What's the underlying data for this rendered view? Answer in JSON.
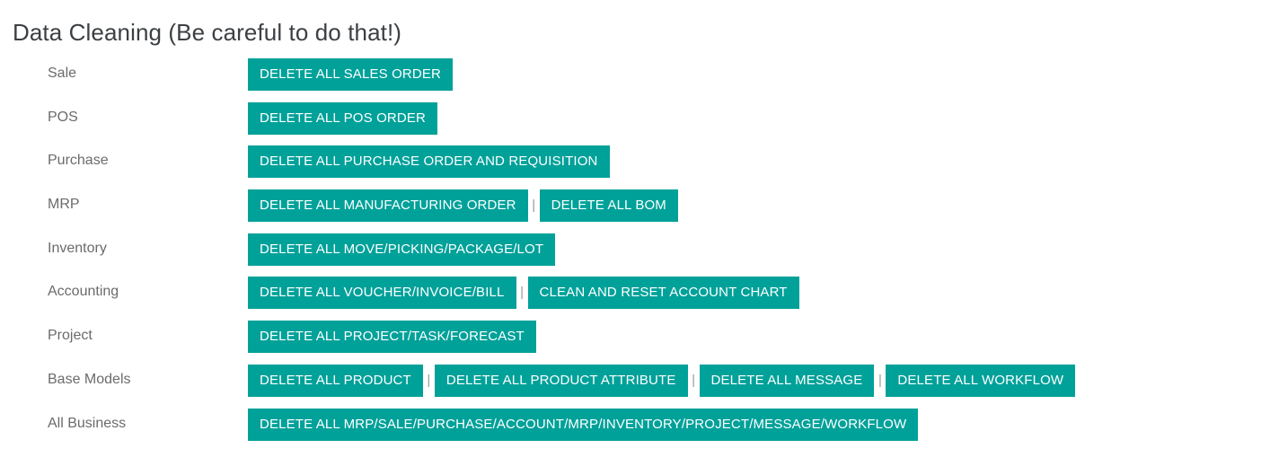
{
  "page": {
    "title": "Data Cleaning (Be careful to do that!)",
    "background_color": "#ffffff",
    "title_color": "#3c4043",
    "label_color": "#6b6b6b",
    "button_color": "#00a199",
    "button_text_color": "#ffffff",
    "separator_glyph": "|"
  },
  "rows": [
    {
      "label": "Sale",
      "buttons": [
        {
          "label": "DELETE ALL SALES ORDER"
        }
      ]
    },
    {
      "label": "POS",
      "buttons": [
        {
          "label": "DELETE ALL POS ORDER"
        }
      ]
    },
    {
      "label": "Purchase",
      "buttons": [
        {
          "label": "DELETE ALL PURCHASE ORDER AND REQUISITION"
        }
      ]
    },
    {
      "label": "MRP",
      "buttons": [
        {
          "label": "DELETE ALL MANUFACTURING ORDER"
        },
        {
          "label": "DELETE ALL BOM"
        }
      ]
    },
    {
      "label": "Inventory",
      "buttons": [
        {
          "label": "DELETE ALL MOVE/PICKING/PACKAGE/LOT"
        }
      ]
    },
    {
      "label": "Accounting",
      "buttons": [
        {
          "label": "DELETE ALL VOUCHER/INVOICE/BILL"
        },
        {
          "label": "CLEAN AND RESET ACCOUNT CHART"
        }
      ]
    },
    {
      "label": "Project",
      "buttons": [
        {
          "label": "DELETE ALL PROJECT/TASK/FORECAST"
        }
      ]
    },
    {
      "label": "Base Models",
      "buttons": [
        {
          "label": "DELETE ALL PRODUCT"
        },
        {
          "label": "DELETE ALL PRODUCT ATTRIBUTE"
        },
        {
          "label": "DELETE ALL MESSAGE"
        },
        {
          "label": "DELETE ALL WORKFLOW"
        }
      ]
    },
    {
      "label": "All Business",
      "buttons": [
        {
          "label": "DELETE ALL MRP/SALE/PURCHASE/ACCOUNT/MRP/INVENTORY/PROJECT/MESSAGE/WORKFLOW"
        }
      ]
    }
  ]
}
